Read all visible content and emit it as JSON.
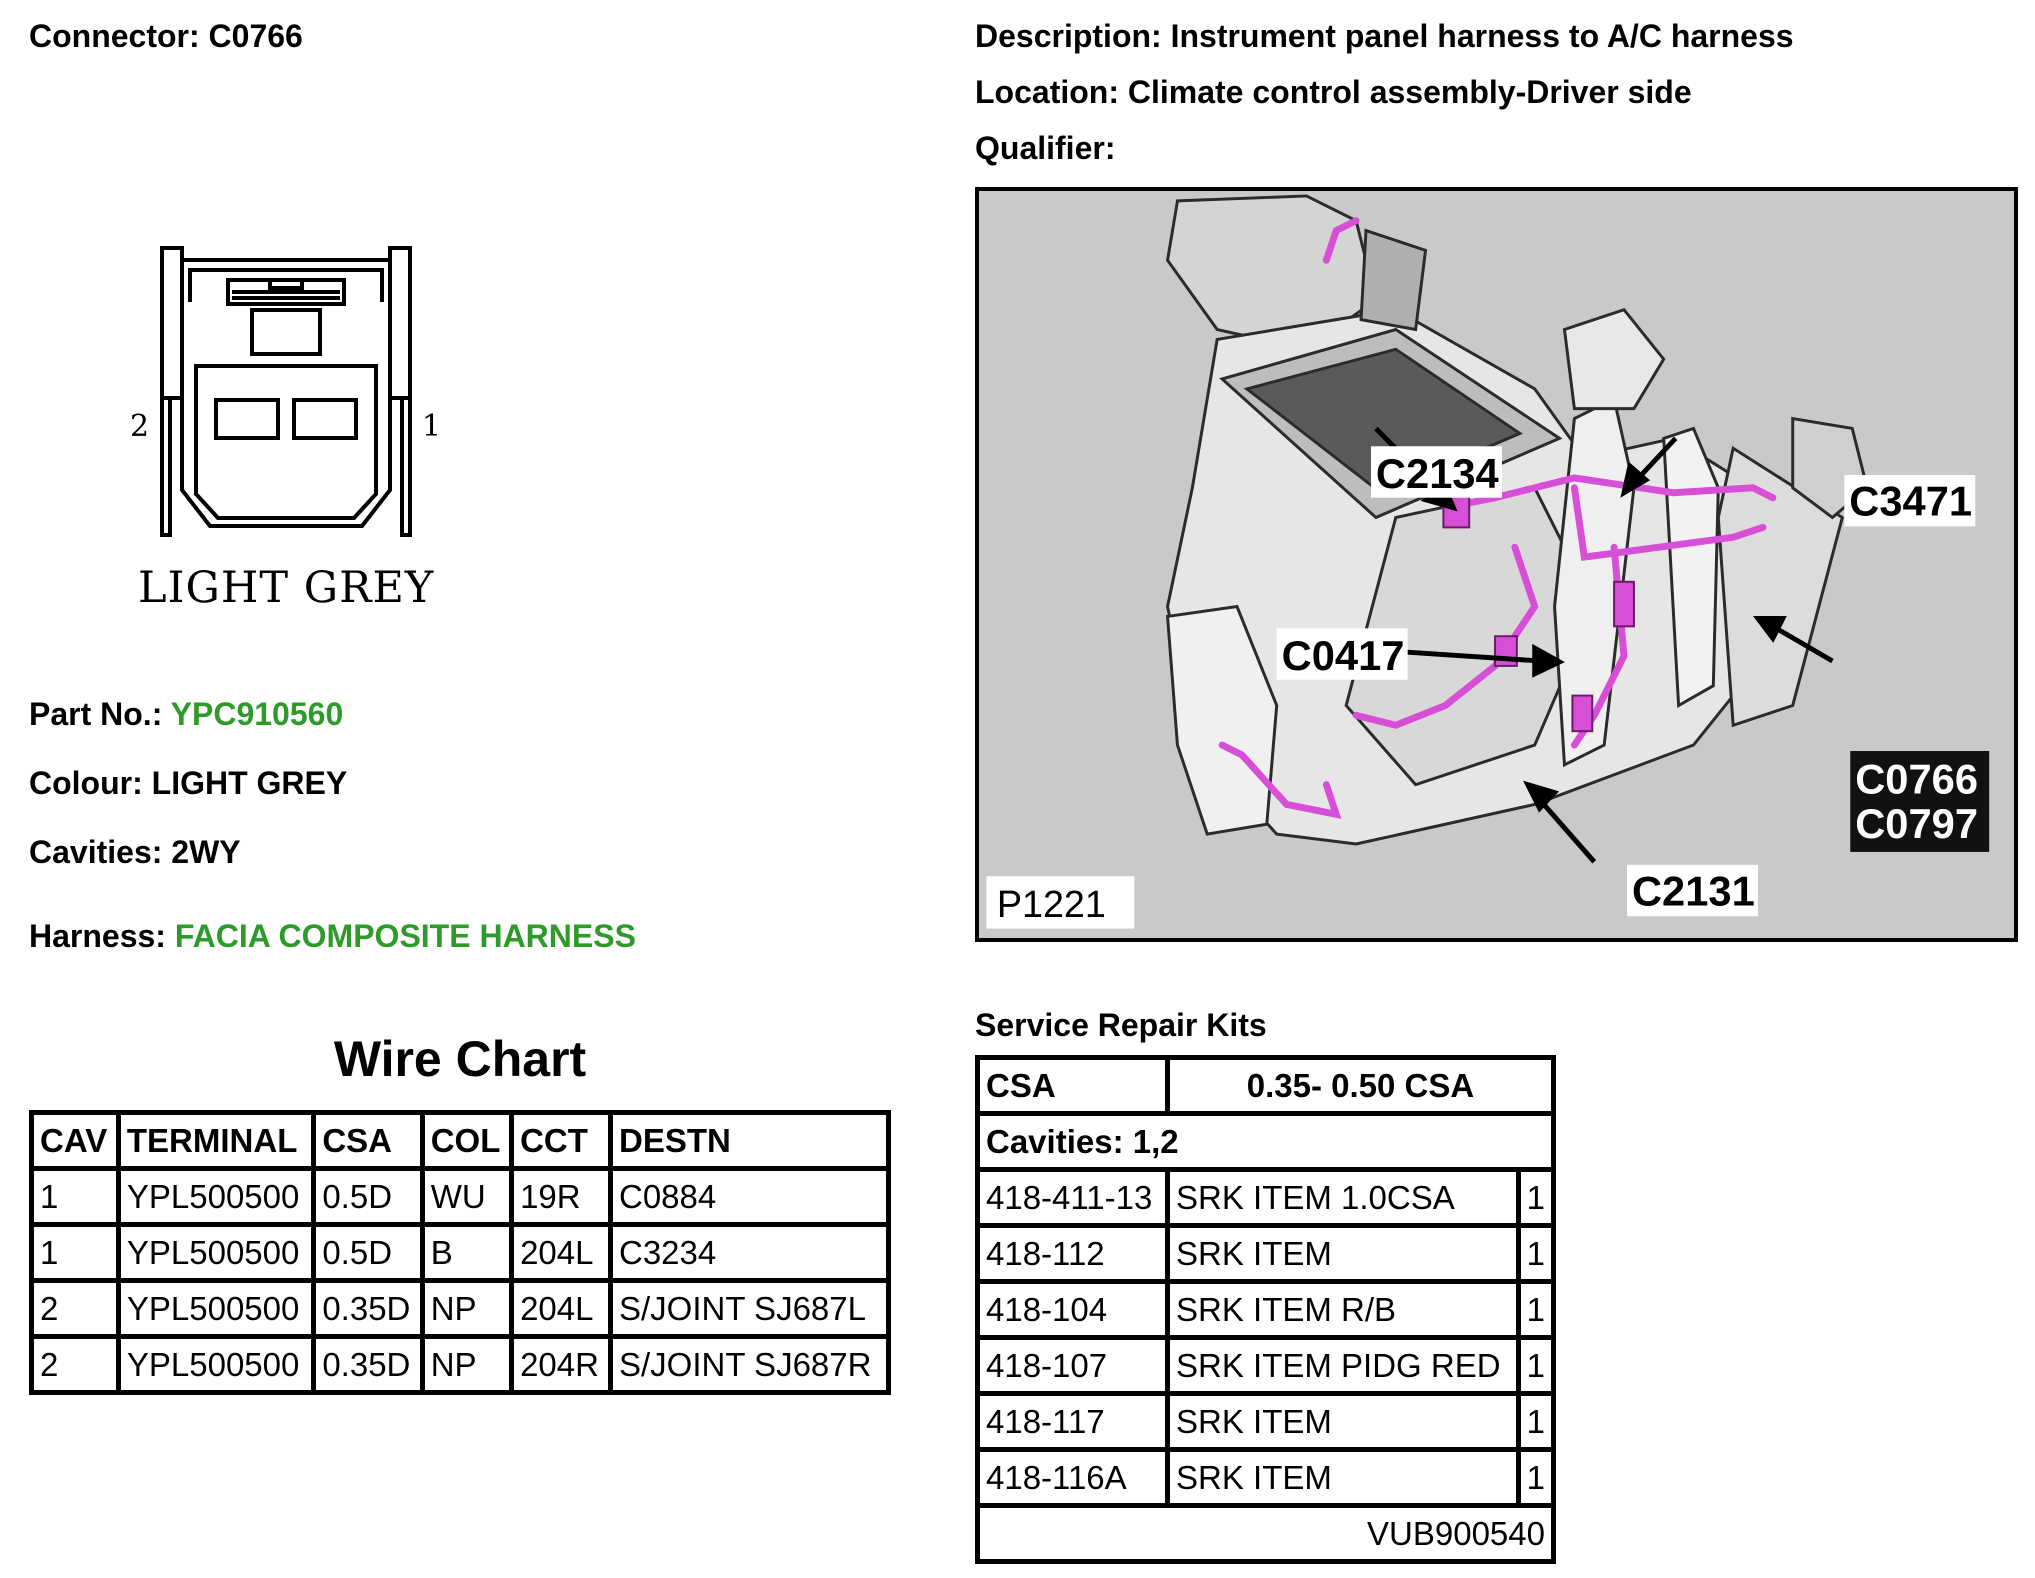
{
  "connector": {
    "label": "Connector:",
    "value": "C0766",
    "pin_left": "2",
    "pin_right": "1",
    "colour_caption": "LIGHT  GREY"
  },
  "description": {
    "label": "Description:",
    "value": "Instrument panel harness to A/C harness"
  },
  "location": {
    "label": "Location:",
    "value": "Climate control assembly-Driver side"
  },
  "qualifier": {
    "label": "Qualifier:",
    "value": ""
  },
  "part_no": {
    "label": "Part No.:",
    "value": "YPC910560"
  },
  "colour": {
    "label": "Colour:",
    "value": "LIGHT GREY"
  },
  "cavities": {
    "label": "Cavities:",
    "value": "2WY"
  },
  "harness": {
    "label": "Harness:",
    "value": "FACIA COMPOSITE HARNESS"
  },
  "colors": {
    "green_link": "#2e9a2a",
    "harness_wire": "#d64fd6",
    "image_bg": "#c9c9c9"
  },
  "wire_chart": {
    "title": "Wire Chart",
    "headers": [
      "CAV",
      "TERMINAL",
      "CSA",
      "COL",
      "CCT",
      "DESTN"
    ],
    "rows": [
      [
        "1",
        "YPL500500",
        "0.5D",
        "WU",
        "19R",
        "C0884"
      ],
      [
        "1",
        "YPL500500",
        "0.5D",
        "B",
        "204L",
        "C3234"
      ],
      [
        "2",
        "YPL500500",
        "0.35D",
        "NP",
        "204L",
        "S/JOINT SJ687L"
      ],
      [
        "2",
        "YPL500500",
        "0.35D",
        "NP",
        "204R",
        "S/JOINT SJ687R"
      ]
    ]
  },
  "locator_image": {
    "callouts": {
      "c2134": "C2134",
      "c3471": "C3471",
      "c0417": "C0417",
      "c0766": "C0766",
      "c0797": "C0797",
      "c2131": "C2131"
    },
    "ref": "P1221"
  },
  "service_repair_kits": {
    "title": "Service Repair Kits",
    "csa_label": "CSA",
    "csa_value": "0.35- 0.50 CSA",
    "cavities": "Cavities: 1,2",
    "items": [
      [
        "418-411-13",
        "SRK ITEM 1.0CSA",
        "1"
      ],
      [
        "418-112",
        "SRK ITEM",
        "1"
      ],
      [
        "418-104",
        "SRK ITEM R/B",
        "1"
      ],
      [
        "418-107",
        "SRK ITEM PIDG RED",
        "1"
      ],
      [
        "418-117",
        "SRK ITEM",
        "1"
      ],
      [
        "418-116A",
        "SRK ITEM",
        "1"
      ]
    ],
    "kit_number": "VUB900540"
  }
}
